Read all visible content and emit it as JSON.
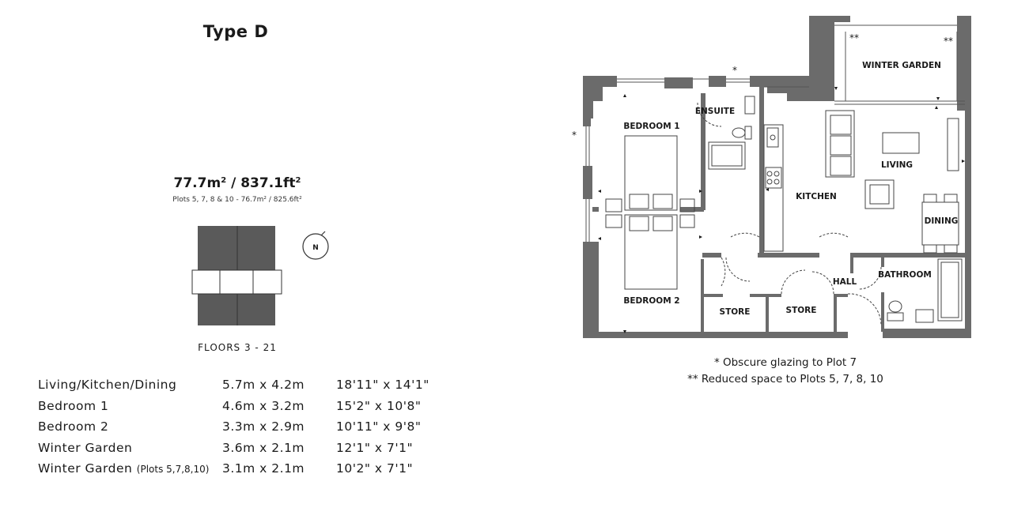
{
  "title": "Type D",
  "area": {
    "metric_value": "77.7m",
    "metric_unit_sup": "2",
    "separator": " / ",
    "imperial_value": "837.1ft",
    "imperial_unit_sup": "2",
    "plots_note": "Plots 5, 7, 8 & 10 - 76.7m² / 825.6ft²"
  },
  "key_plan": {
    "north_label": "N",
    "floors_label": "FLOORS 3 - 21"
  },
  "rooms_table": [
    {
      "name": "Living/Kitchen/Dining",
      "name_suffix": "",
      "metric": "5.7m  x  4.2m",
      "imperial": "18'11\"  x  14'1\""
    },
    {
      "name": "Bedroom 1",
      "name_suffix": "",
      "metric": "4.6m  x  3.2m",
      "imperial": "15'2\"  x  10'8\""
    },
    {
      "name": "Bedroom 2",
      "name_suffix": "",
      "metric": "3.3m  x  2.9m",
      "imperial": "10'11\"  x  9'8\""
    },
    {
      "name": "Winter Garden",
      "name_suffix": "",
      "metric": "3.6m  x  2.1m",
      "imperial": "12'1\"  x  7'1\""
    },
    {
      "name": "Winter Garden",
      "name_suffix": "(Plots 5,7,8,10)",
      "metric": "3.1m  x  2.1m",
      "imperial": "10'2\"  x  7'1\""
    }
  ],
  "floor_plan": {
    "room_labels": {
      "winter_garden": "WINTER GARDEN",
      "ensuite": "ENSUITE",
      "bedroom1": "BEDROOM 1",
      "living": "LIVING",
      "kitchen": "KITCHEN",
      "dining": "DINING",
      "bedroom2": "BEDROOM 2",
      "store_a": "STORE",
      "store_b": "STORE",
      "hall": "HALL",
      "bathroom": "BATHROOM"
    },
    "marks": {
      "single_star": "*",
      "double_star": "**"
    }
  },
  "notes": [
    "* Obscure glazing to Plot 7",
    "** Reduced space to Plots 5, 7, 8, 10"
  ],
  "colors": {
    "wall": "#6b6b6b",
    "keyplan_dark": "#5a5a5a",
    "line": "#3a3a3a"
  }
}
